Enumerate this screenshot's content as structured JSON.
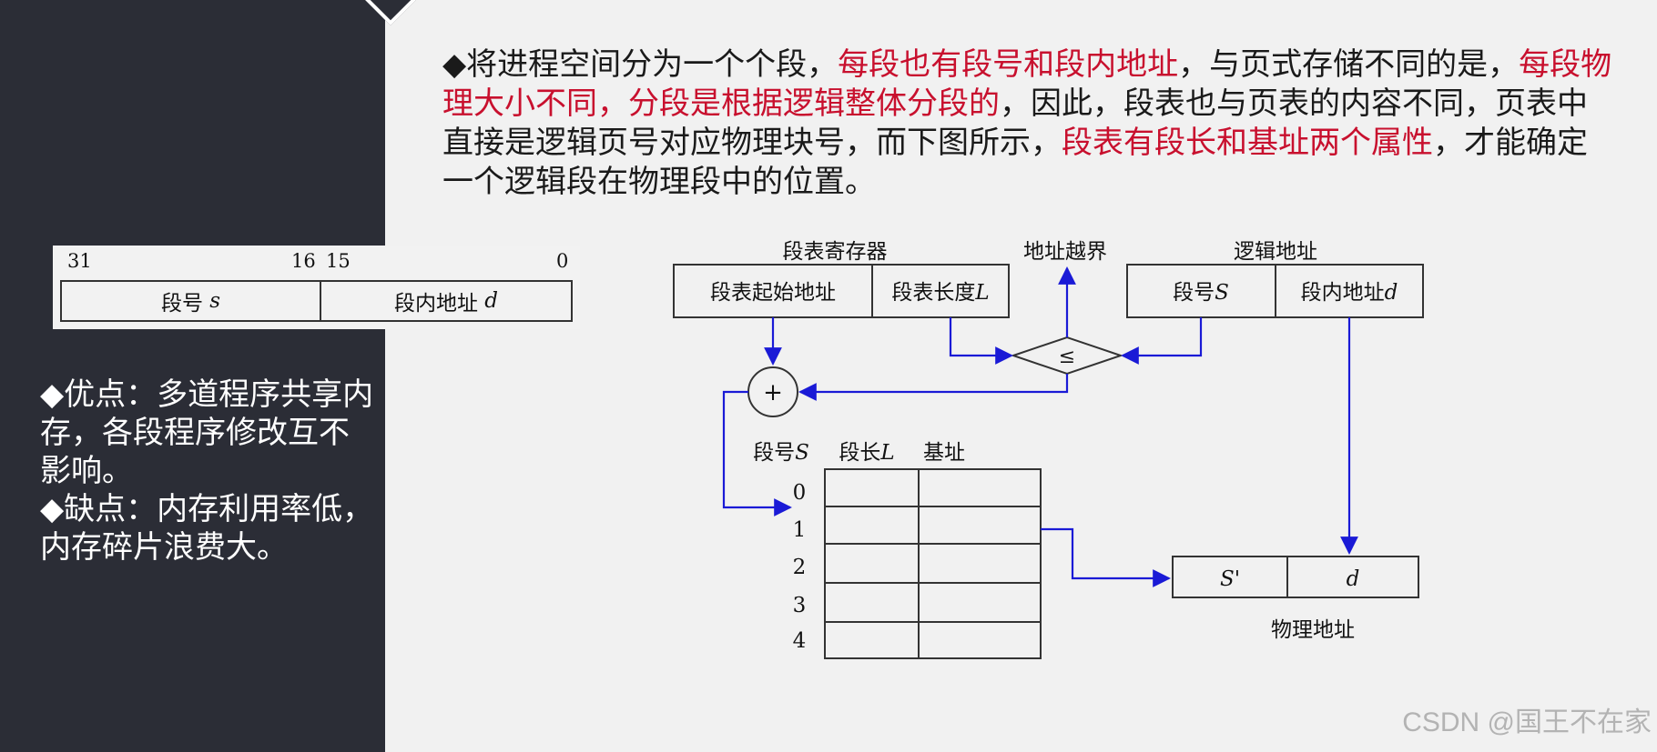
{
  "main_paragraph": {
    "bullet": "◆",
    "seg1": "将进程空间分为一个个段，",
    "seg2_red": "每段也有段号和段内地址",
    "seg3": "，与页式存储不同的是，",
    "seg4_red": "每段物理大小不同，分段是根据逻辑整体分段的",
    "seg5": "，因此，段表也与页表的内容不同，页表中直接是逻辑页号对应物理块号，而下图所示，",
    "seg6_red": "段表有段长和基址两个属性",
    "seg7": "，才能确定一个逻辑段在物理段中的位置。"
  },
  "format": {
    "bit_31": "31",
    "bit_16": "16",
    "bit_15": "15",
    "bit_0": "0",
    "field_segment": "段号",
    "field_segment_var": "s",
    "field_offset": "段内地址",
    "field_offset_var": "d"
  },
  "side": {
    "line1": "◆优点：多道程序共享内存，各段程序修改互不影响。",
    "line2": "◆缺点：内存利用率低，内存碎片浪费大。"
  },
  "diagram": {
    "register_label": "段表寄存器",
    "reg_start": "段表起始地址",
    "reg_length": "段表长度",
    "reg_length_var": "L",
    "overflow_label": "地址越界",
    "logical_label": "逻辑地址",
    "logical_seg": "段号",
    "logical_seg_var": "S",
    "logical_offset": "段内地址",
    "logical_offset_var": "d",
    "compare_symbol": "≤",
    "add_symbol": "+",
    "table_col_seg": "段号",
    "table_col_seg_var": "S",
    "table_col_len": "段长",
    "table_col_len_var": "L",
    "table_col_base": "基址",
    "row_indexes": [
      "0",
      "1",
      "2",
      "3",
      "4"
    ],
    "physical_s": "S'",
    "physical_d": "d",
    "physical_label": "物理地址"
  },
  "watermark": "CSDN @国王不在家",
  "colors": {
    "arrow_blue": "#1a1ad6",
    "emphasis_red": "#c8102e",
    "panel_dark": "#2b2d36"
  }
}
